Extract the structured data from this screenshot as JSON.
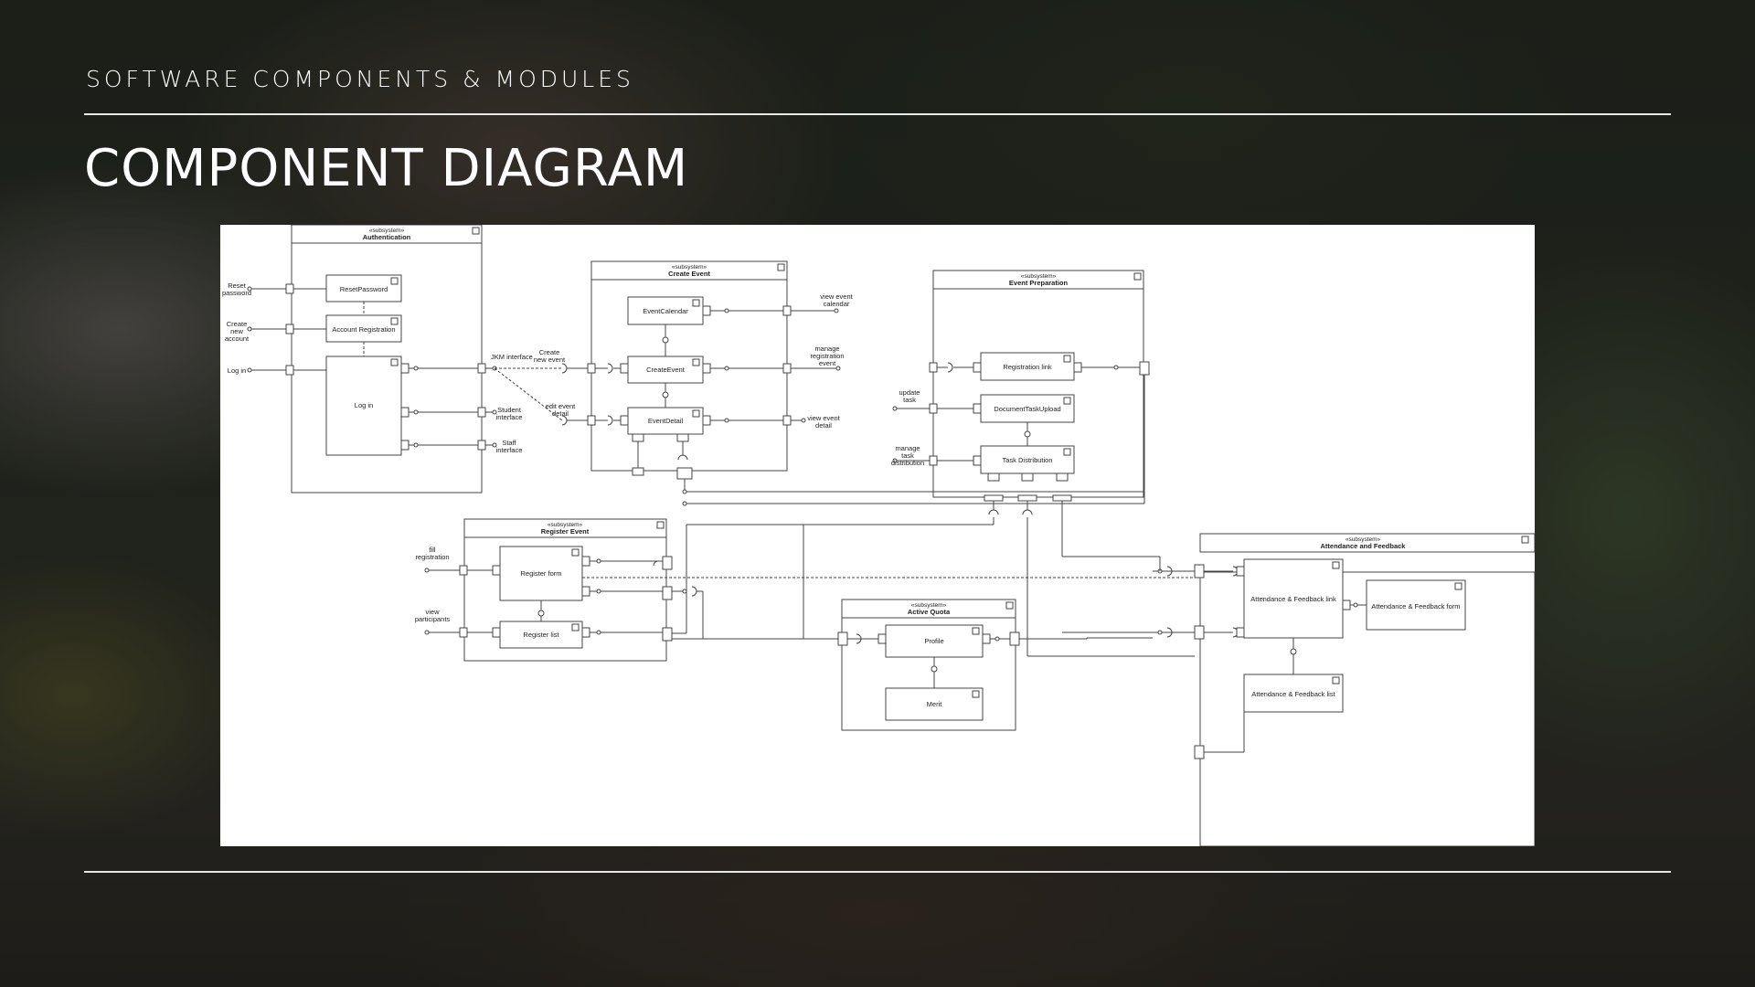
{
  "slide": {
    "section_label": "SOFTWARE COMPONENTS & MODULES",
    "title": "COMPONENT DIAGRAM"
  },
  "diagram": {
    "stereotype": "«subsystem»",
    "subsystems": {
      "authentication": "Authentication",
      "create_event": "Create Event",
      "event_preparation": "Event Preparation",
      "register_event": "Register Event",
      "active_quota": "Active Quota",
      "attendance_feedback": "Attendance and Feedback"
    },
    "components": {
      "reset_password": "ResetPassword",
      "account_registration": "Account Registration",
      "log_in": "Log in",
      "event_calendar": "EventCalendar",
      "create_event": "CreateEvent",
      "event_detail": "EventDetail",
      "registration_link": "Registration link",
      "document_task_upload": "DocumentTaskUpload",
      "task_distribution": "Task Distribution",
      "register_form": "Register form",
      "register_list": "Register list",
      "profile": "Profile",
      "merit": "Merit",
      "attendance_feedback_link": "Attendance & Feedback link",
      "attendance_feedback_form": "Attendance & Feedback form",
      "attendance_feedback_list": "Attendance & Feedback list"
    },
    "interfaces": {
      "reset_password": [
        "Reset",
        "password"
      ],
      "create_new_account": [
        "Create",
        "new",
        "account"
      ],
      "log_in": "Log in",
      "jkm_interface": "JKM interface",
      "student_interface": [
        "Student",
        "interface"
      ],
      "staff_interface": [
        "Staff",
        "interface"
      ],
      "create_new_event": [
        "Create",
        "new event"
      ],
      "edit_event_detail": [
        "edit event",
        "detail"
      ],
      "view_event_calendar": [
        "view event",
        "calendar"
      ],
      "manage_registration_event": [
        "manage",
        "registration",
        "event"
      ],
      "view_event_detail": [
        "view event",
        "detail"
      ],
      "update_task": [
        "update",
        "task"
      ],
      "manage_task_distribution": [
        "manage",
        "task",
        "distribution"
      ],
      "fill_registration": [
        "fill",
        "registration"
      ],
      "view_participants": [
        "view",
        "participants"
      ]
    }
  }
}
